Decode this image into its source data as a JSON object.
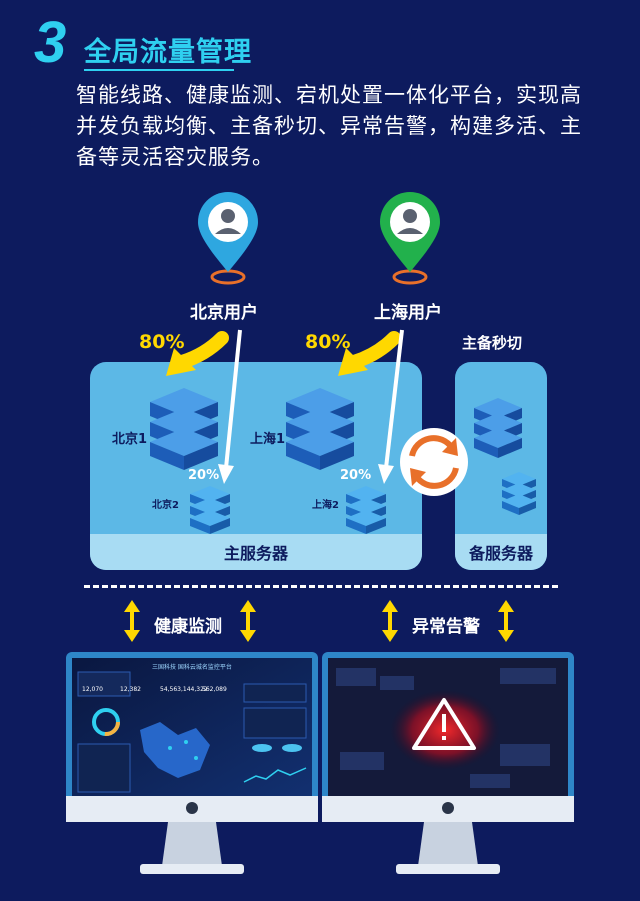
{
  "header": {
    "number": "3",
    "title": "全局流量管理",
    "description": "智能线路、健康监测、宕机处置一体化平台，实现高并发负载均衡、主备秒切、异常告警，构建多活、主备等灵活容灾服务。"
  },
  "users": {
    "beijing": {
      "label": "北京用户",
      "pin_color": "#2ea7e0"
    },
    "shanghai": {
      "label": "上海用户",
      "pin_color": "#22b14c"
    }
  },
  "traffic": {
    "beijing_primary": "80%",
    "beijing_secondary": "20%",
    "shanghai_primary": "80%",
    "shanghai_secondary": "20%"
  },
  "nodes": {
    "bj1": "北京1",
    "bj2": "北京2",
    "sh1": "上海1",
    "sh2": "上海2"
  },
  "panels": {
    "main": "主服务器",
    "backup": "备服务器",
    "switch_label": "主备秒切"
  },
  "monitoring": {
    "health": "健康监测",
    "alarm": "异常告警"
  },
  "dashboard": {
    "title": "三国科技 国科云城名监控平台",
    "stats": [
      "12,070",
      "12,382",
      "54,563,144,322",
      "562,089"
    ]
  },
  "colors": {
    "background": "#0d1b5e",
    "accent": "#2fd0f0",
    "arrow_yellow": "#ffd800",
    "panel": "#5cb8e6",
    "panel_footer": "#a8dcf3",
    "switch_orange": "#e8702a"
  }
}
